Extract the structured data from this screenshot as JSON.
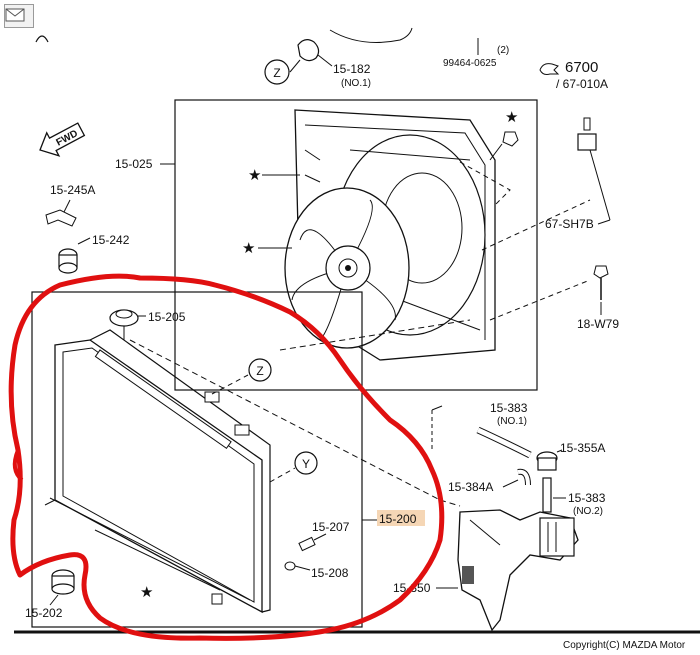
{
  "toolbar": {
    "mail_icon": "envelope-icon"
  },
  "parts": {
    "p15_182": "15-182",
    "p15_182_note": "(NO.1)",
    "p99464": "99464-0625",
    "p99464_note": "(2)",
    "p6700": "6700",
    "p67_010A": "/ 67-010A",
    "p15_025": "15-025",
    "p15_245A": "15-245A",
    "p15_242": "15-242",
    "p67_SH7B": "67-SH7B",
    "p18_W79": "18-W79",
    "p15_205": "15-205",
    "p15_383_top": "15-383",
    "p15_383_top_note": "(NO.1)",
    "p15_355A": "15-355A",
    "p15_384A": "15-384A",
    "p15_383_bot": "15-383",
    "p15_383_bot_note": "(NO.2)",
    "p15_207": "15-207",
    "p15_200": "15-200",
    "p15_208": "15-208",
    "p15_350": "15-350",
    "p15_202": "15-202"
  },
  "callouts": {
    "z": "Z",
    "y": "Y",
    "fwd": "FWD"
  },
  "copyright": "Copyright(C) MAZDA Motor",
  "colors": {
    "annotation_red": "#e01010",
    "highlight": "#f5d6b5",
    "line": "#111111"
  }
}
